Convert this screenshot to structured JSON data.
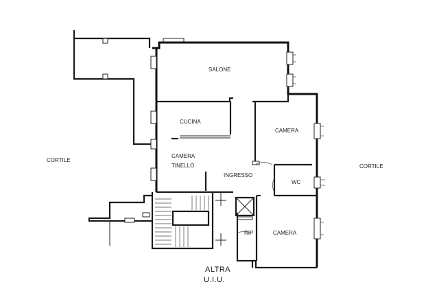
{
  "rooms": {
    "salone": "SALONE",
    "cucina": "CUCINA",
    "camera_tinello_1": "CAMERA",
    "camera_tinello_2": "TINELLO",
    "camera_right": "CAMERA",
    "ingresso": "INGRESSO",
    "wc": "WC",
    "rip": "RIP",
    "camera_bottom": "CAMERA"
  },
  "outside": {
    "cortile_left": "CORTILE",
    "cortile_right": "CORTILE"
  },
  "other_unit": {
    "line1": "ALTRA",
    "line2": "U.I.U."
  }
}
